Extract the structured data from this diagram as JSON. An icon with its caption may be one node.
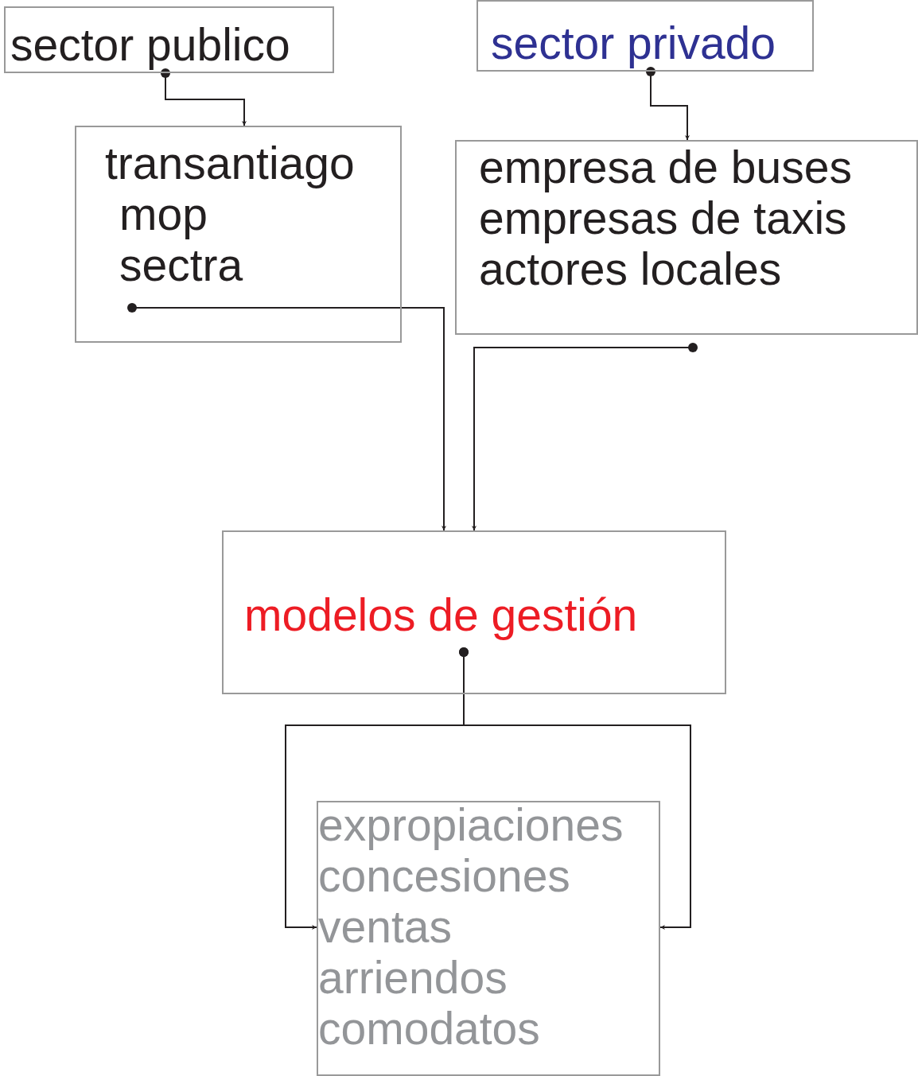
{
  "diagram": {
    "nodes": [
      {
        "text": [
          "sector publico"
        ]
      },
      {
        "text": [
          "transantiago",
          "mop",
          "sectra"
        ]
      },
      {
        "text": [
          "sector privado"
        ]
      },
      {
        "text": [
          "empresa de buses",
          "empresas de taxis",
          "actores locales"
        ]
      },
      {
        "text": [
          "modelos de gestión"
        ]
      },
      {
        "text": [
          "expropiaciones",
          "concesiones",
          "ventas",
          "arriendos",
          "comodatos"
        ]
      }
    ],
    "edges": [
      {
        "from": 0,
        "to": 1,
        "arrow": "to"
      },
      {
        "from": 2,
        "to": 3,
        "arrow": "to"
      },
      {
        "from": 1,
        "to": 4,
        "arrow": "to"
      },
      {
        "from": 3,
        "to": 4,
        "arrow": "to"
      },
      {
        "from": 4,
        "to": 5,
        "arrow": "to"
      },
      {
        "from": 4,
        "to": 5,
        "arrow": "to"
      }
    ]
  }
}
